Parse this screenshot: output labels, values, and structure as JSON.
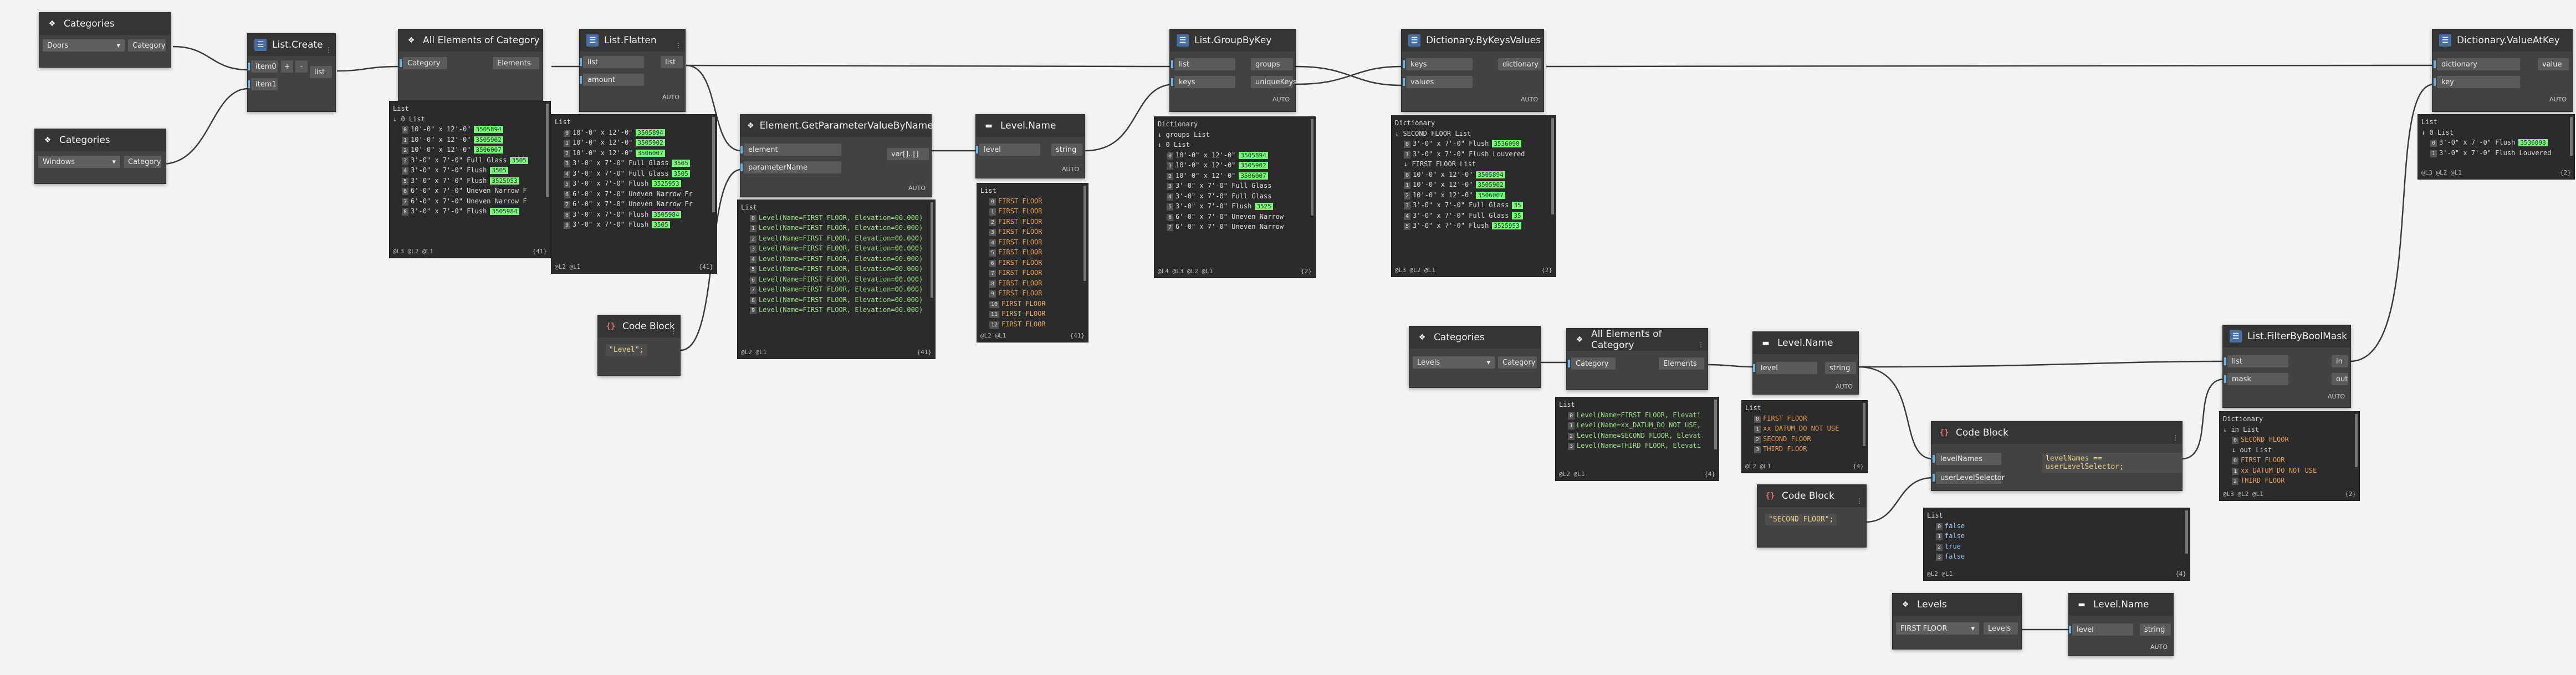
{
  "nodes": {
    "categories_doors": {
      "title": "Categories",
      "value": "Doors",
      "out": "Category"
    },
    "categories_windows": {
      "title": "Categories",
      "value": "Windows",
      "out": "Category"
    },
    "list_create": {
      "title": "List.Create",
      "in": [
        "item0",
        "item1"
      ],
      "out": "list",
      "plus": "+",
      "minus": "-"
    },
    "all_elements_1": {
      "title": "All Elements of Category",
      "in": "Category",
      "out": "Elements"
    },
    "list_flatten": {
      "title": "List.Flatten",
      "in": [
        "list",
        "amount"
      ],
      "out": "list",
      "lacing": "AUTO"
    },
    "code_block_level": {
      "title": "Code Block",
      "code": "\"Level\";"
    },
    "get_param": {
      "title": "Element.GetParameterValueByName",
      "in": [
        "element",
        "parameterName"
      ],
      "out": "var[]..[]",
      "lacing": "AUTO"
    },
    "level_name_1": {
      "title": "Level.Name",
      "in": "level",
      "out": "string",
      "lacing": "AUTO"
    },
    "group_by_key": {
      "title": "List.GroupByKey",
      "in": [
        "list",
        "keys"
      ],
      "out": [
        "groups",
        "uniqueKeys"
      ],
      "lacing": "AUTO"
    },
    "dict_by_keys": {
      "title": "Dictionary.ByKeysValues",
      "in": [
        "keys",
        "values"
      ],
      "out": "dictionary",
      "lacing": "AUTO"
    },
    "dict_value_at_key": {
      "title": "Dictionary.ValueAtKey",
      "in": [
        "dictionary",
        "key"
      ],
      "out": "value",
      "lacing": "AUTO"
    },
    "categories_levels": {
      "title": "Categories",
      "value": "Levels",
      "out": "Category"
    },
    "all_elements_2": {
      "title": "All Elements of Category",
      "in": "Category",
      "out": "Elements"
    },
    "level_name_2": {
      "title": "Level.Name",
      "in": "level",
      "out": "string",
      "lacing": "AUTO"
    },
    "code_block_filter": {
      "title": "Code Block",
      "in": [
        "levelNames",
        "userLevelSelector"
      ],
      "code": "levelNames == userLevelSelector;"
    },
    "code_block_second": {
      "title": "Code Block",
      "code": "\"SECOND FLOOR\";"
    },
    "filter_by_mask": {
      "title": "List.FilterByBoolMask",
      "in": [
        "list",
        "mask"
      ],
      "out": [
        "in",
        "out"
      ],
      "lacing": "AUTO"
    },
    "levels_select": {
      "title": "Levels",
      "value": "FIRST FLOOR",
      "out": "Levels"
    },
    "level_name_3": {
      "title": "Level.Name",
      "in": "level",
      "out": "string",
      "lacing": "AUTO"
    }
  },
  "previews": {
    "all_elements_1": {
      "header": [
        "List",
        "  ↓ 0 List"
      ],
      "rows": [
        {
          "i": "0",
          "t": "10'-0\" x 12'-0\"",
          "tag": "3505894"
        },
        {
          "i": "1",
          "t": "10'-0\" x 12'-0\"",
          "tag": "3505902"
        },
        {
          "i": "2",
          "t": "10'-0\" x 12'-0\"",
          "tag": "3506007"
        },
        {
          "i": "3",
          "t": "3'-0\" x 7'-0\" Full Glass",
          "tag": "3505"
        },
        {
          "i": "4",
          "t": "3'-0\" x 7'-0\" Flush",
          "tag": "3505"
        },
        {
          "i": "5",
          "t": "3'-0\" x 7'-0\" Flush",
          "tag": "3525953"
        },
        {
          "i": "6",
          "t": "6'-0\" x 7'-0\" Uneven Narrow F",
          "tag": ""
        },
        {
          "i": "7",
          "t": "6'-0\" x 7'-0\" Uneven Narrow F",
          "tag": ""
        },
        {
          "i": "8",
          "t": "3'-0\" x 7'-0\" Flush",
          "tag": "3505984"
        }
      ],
      "foot_left": "@L3 @L2 @L1",
      "foot_right": "{41}"
    },
    "list_flatten": {
      "header": [
        "List"
      ],
      "rows": [
        {
          "i": "0",
          "t": "10'-0\" x 12'-0\"",
          "tag": "3505894"
        },
        {
          "i": "1",
          "t": "10'-0\" x 12'-0\"",
          "tag": "3505902"
        },
        {
          "i": "2",
          "t": "10'-0\" x 12'-0\"",
          "tag": "3506007"
        },
        {
          "i": "3",
          "t": "3'-0\" x 7'-0\" Full Glass",
          "tag": "3505"
        },
        {
          "i": "4",
          "t": "3'-0\" x 7'-0\" Full Glass",
          "tag": "3505"
        },
        {
          "i": "5",
          "t": "3'-0\" x 7'-0\" Flush",
          "tag": "3525953"
        },
        {
          "i": "6",
          "t": "6'-0\" x 7'-0\" Uneven Narrow Fr",
          "tag": ""
        },
        {
          "i": "7",
          "t": "6'-0\" x 7'-0\" Uneven Narrow Fr",
          "tag": ""
        },
        {
          "i": "8",
          "t": "3'-0\" x 7'-0\" Flush",
          "tag": "3505984"
        },
        {
          "i": "9",
          "t": "3'-0\" x 7'-0\" Flush",
          "tag": "3505"
        }
      ],
      "foot_left": "@L2 @L1",
      "foot_right": "{41}"
    },
    "get_param": {
      "header": [
        "List"
      ],
      "rows": [
        {
          "i": "0",
          "t": "Level(Name=FIRST FLOOR, Elevation=00.000)"
        },
        {
          "i": "1",
          "t": "Level(Name=FIRST FLOOR, Elevation=00.000)"
        },
        {
          "i": "2",
          "t": "Level(Name=FIRST FLOOR, Elevation=00.000)"
        },
        {
          "i": "3",
          "t": "Level(Name=FIRST FLOOR, Elevation=00.000)"
        },
        {
          "i": "4",
          "t": "Level(Name=FIRST FLOOR, Elevation=00.000)"
        },
        {
          "i": "5",
          "t": "Level(Name=FIRST FLOOR, Elevation=00.000)"
        },
        {
          "i": "6",
          "t": "Level(Name=FIRST FLOOR, Elevation=00.000)"
        },
        {
          "i": "7",
          "t": "Level(Name=FIRST FLOOR, Elevation=00.000)"
        },
        {
          "i": "8",
          "t": "Level(Name=FIRST FLOOR, Elevation=00.000)"
        },
        {
          "i": "9",
          "t": "Level(Name=FIRST FLOOR, Elevation=00.000)"
        }
      ],
      "foot_left": "@L2 @L1",
      "foot_right": "{41}"
    },
    "level_name_1": {
      "header": [
        "List"
      ],
      "rows": [
        {
          "i": "0",
          "t": "FIRST FLOOR"
        },
        {
          "i": "1",
          "t": "FIRST FLOOR"
        },
        {
          "i": "2",
          "t": "FIRST FLOOR"
        },
        {
          "i": "3",
          "t": "FIRST FLOOR"
        },
        {
          "i": "4",
          "t": "FIRST FLOOR"
        },
        {
          "i": "5",
          "t": "FIRST FLOOR"
        },
        {
          "i": "6",
          "t": "FIRST FLOOR"
        },
        {
          "i": "7",
          "t": "FIRST FLOOR"
        },
        {
          "i": "8",
          "t": "FIRST FLOOR"
        },
        {
          "i": "9",
          "t": "FIRST FLOOR"
        },
        {
          "i": "10",
          "t": "FIRST FLOOR"
        },
        {
          "i": "11",
          "t": "FIRST FLOOR"
        },
        {
          "i": "12",
          "t": "FIRST FLOOR"
        }
      ],
      "foot_left": "@L2 @L1",
      "foot_right": "{41}"
    },
    "group_by_key": {
      "header": [
        "Dictionary",
        "  ↓ groups List",
        "    ↓ 0 List"
      ],
      "rows": [
        {
          "i": "0",
          "t": "10'-0\" x 12'-0\"",
          "tag": "3505894"
        },
        {
          "i": "1",
          "t": "10'-0\" x 12'-0\"",
          "tag": "3505902"
        },
        {
          "i": "2",
          "t": "10'-0\" x 12'-0\"",
          "tag": "3506007"
        },
        {
          "i": "3",
          "t": "3'-0\" x 7'-0\" Full Glass",
          "tag": ""
        },
        {
          "i": "4",
          "t": "3'-0\" x 7'-0\" Full Glass",
          "tag": ""
        },
        {
          "i": "5",
          "t": "3'-0\" x 7'-0\" Flush",
          "tag": "3525"
        },
        {
          "i": "6",
          "t": "6'-0\" x 7'-0\" Uneven Narrow",
          "tag": ""
        },
        {
          "i": "7",
          "t": "6'-0\" x 7'-0\" Uneven Narrow",
          "tag": ""
        }
      ],
      "foot_left": "@L4 @L3 @L2 @L1",
      "foot_right": "{2}"
    },
    "dict_by_keys": {
      "header": [
        "Dictionary",
        "  ↓ SECOND FLOOR List"
      ],
      "rows": [
        {
          "i": "0",
          "t": "3'-0\" x 7'-0\" Flush",
          "tag": "3536098"
        },
        {
          "i": "1",
          "t": "3'-0\" x 7'-0\" Flush Louvered",
          "tag": ""
        },
        {
          "i": "",
          "t": "↓ FIRST FLOOR List",
          "tag": ""
        },
        {
          "i": "0",
          "t": "10'-0\" x 12'-0\"",
          "tag": "3505894"
        },
        {
          "i": "1",
          "t": "10'-0\" x 12'-0\"",
          "tag": "3505902"
        },
        {
          "i": "2",
          "t": "10'-0\" x 12'-0\"",
          "tag": "3506007"
        },
        {
          "i": "3",
          "t": "3'-0\" x 7'-0\" Full Glass",
          "tag": "35"
        },
        {
          "i": "4",
          "t": "3'-0\" x 7'-0\" Full Glass",
          "tag": "35"
        },
        {
          "i": "5",
          "t": "3'-0\" x 7'-0\" Flush",
          "tag": "3525953"
        }
      ],
      "foot_left": "@L3 @L2 @L1",
      "foot_right": "{2}"
    },
    "dict_value_at_key": {
      "header": [
        "List",
        "  ↓ 0 List"
      ],
      "rows": [
        {
          "i": "0",
          "t": "3'-0\" x 7'-0\" Flush",
          "tag": "3536098"
        },
        {
          "i": "1",
          "t": "3'-0\" x 7'-0\" Flush Louvered",
          "tag": ""
        }
      ],
      "foot_left": "@L3 @L2 @L1",
      "foot_right": "{2}"
    },
    "all_elements_2": {
      "header": [
        "List"
      ],
      "rows": [
        {
          "i": "0",
          "t": "Level(Name=FIRST FLOOR, Elevati"
        },
        {
          "i": "1",
          "t": "Level(Name=xx_DATUM_DO NOT USE,"
        },
        {
          "i": "2",
          "t": "Level(Name=SECOND FLOOR, Elevat"
        },
        {
          "i": "3",
          "t": "Level(Name=THIRD FLOOR, Elevati"
        }
      ],
      "foot_left": "@L2 @L1",
      "foot_right": "{4}"
    },
    "level_name_2": {
      "header": [
        "List"
      ],
      "rows": [
        {
          "i": "0",
          "t": "FIRST FLOOR"
        },
        {
          "i": "1",
          "t": "xx_DATUM_DO NOT USE"
        },
        {
          "i": "2",
          "t": "SECOND FLOOR"
        },
        {
          "i": "3",
          "t": "THIRD FLOOR"
        }
      ],
      "foot_left": "@L2 @L1",
      "foot_right": "{4}"
    },
    "code_block_filter": {
      "header": [
        "List"
      ],
      "rows": [
        {
          "i": "0",
          "t": "false"
        },
        {
          "i": "1",
          "t": "false"
        },
        {
          "i": "2",
          "t": "true"
        },
        {
          "i": "3",
          "t": "false"
        }
      ],
      "foot_left": "@L2 @L1",
      "foot_right": "{4}"
    },
    "filter_by_mask": {
      "header": [
        "Dictionary",
        "  ↓ in List"
      ],
      "rows": [
        {
          "i": "0",
          "t": "SECOND FLOOR"
        },
        {
          "i": "",
          "t": "↓ out List"
        },
        {
          "i": "0",
          "t": "FIRST FLOOR"
        },
        {
          "i": "1",
          "t": "xx_DATUM_DO NOT USE"
        },
        {
          "i": "2",
          "t": "THIRD FLOOR"
        }
      ],
      "foot_left": "@L3 @L2 @L1",
      "foot_right": "{2}"
    }
  }
}
